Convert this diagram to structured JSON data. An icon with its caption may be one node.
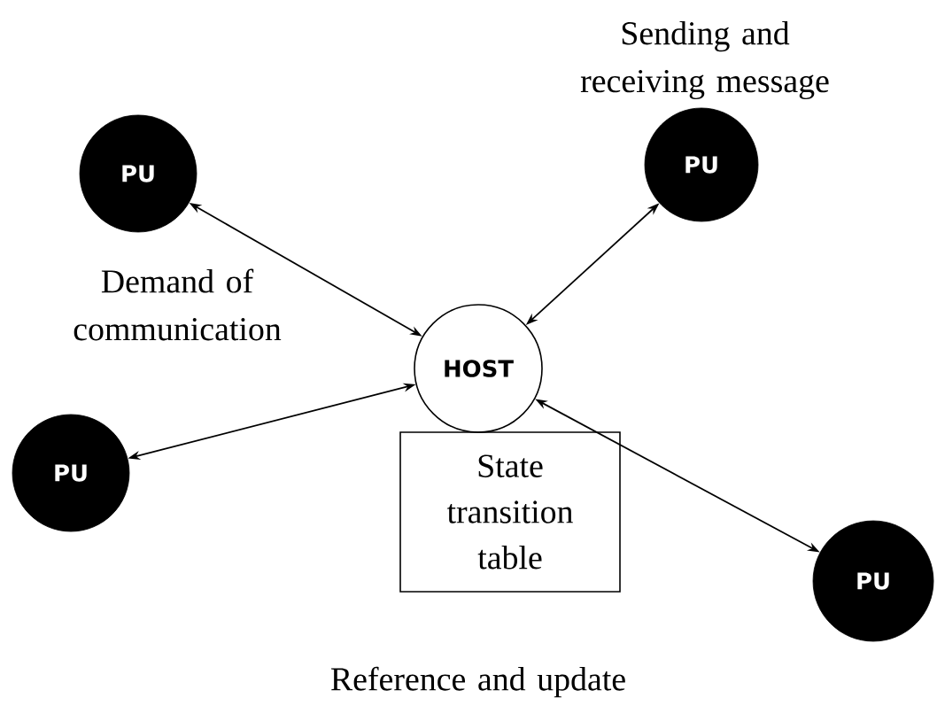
{
  "diagram": {
    "nodes": [
      {
        "text": [
          "PU"
        ]
      },
      {
        "text": [
          "PU"
        ]
      },
      {
        "text": [
          "HOST"
        ]
      },
      {
        "text": [
          "PU"
        ]
      },
      {
        "text": [
          "PU"
        ]
      },
      {
        "text": [
          "State transition table"
        ]
      }
    ],
    "edges": [
      {
        "from": 0,
        "to": 2,
        "arrow": "both"
      },
      {
        "from": 1,
        "to": 2,
        "arrow": "both"
      },
      {
        "from": 3,
        "to": 2,
        "arrow": "both"
      },
      {
        "from": 4,
        "to": 2,
        "arrow": "both"
      }
    ],
    "labels": [
      "Sending and receiving message",
      "Demand of communication",
      "Reference and update"
    ]
  }
}
